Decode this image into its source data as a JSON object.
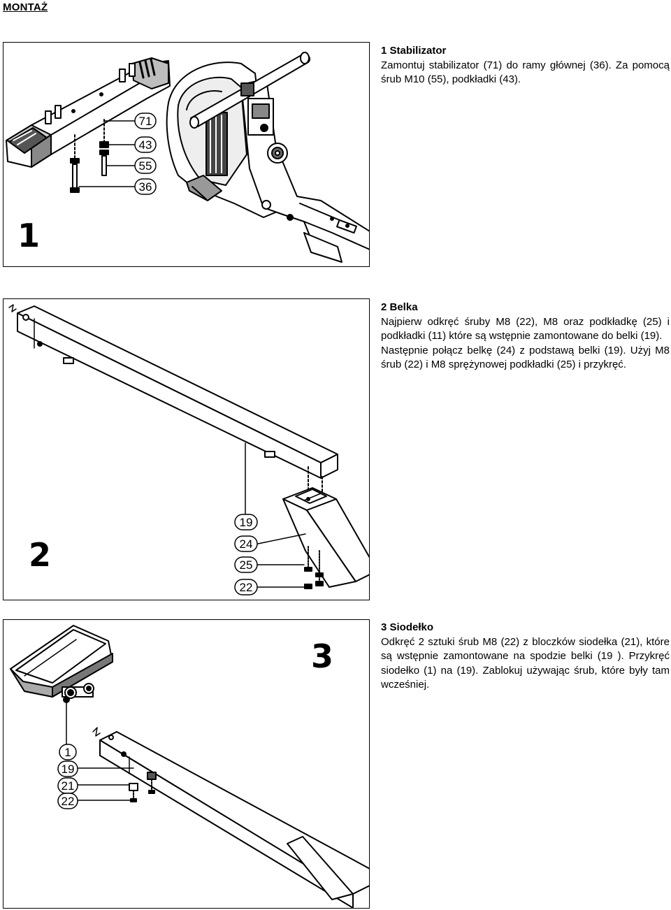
{
  "heading": "MONTAŻ",
  "steps": [
    {
      "title": "1 Stabilizator",
      "body": [
        "Zamontuj stabilizator (71) do ramy głównej (36). Za pomocą śrub M10 (55), podkładki (43)."
      ],
      "figure_number": "1",
      "callouts": [
        "71",
        "43",
        "55",
        "36"
      ]
    },
    {
      "title": "2 Belka",
      "body": [
        "Najpierw odkręć śruby M8 (22), M8 oraz podkładkę (25) i podkładki (11) które są wstępnie zamontowane do belki (19).",
        "Następnie połącz belkę (24) z podstawą belki (19). Użyj M8 śrub (22) i M8 sprężynowej podkładki (25) i przykręć."
      ],
      "figure_number": "2",
      "callouts": [
        "19",
        "24",
        "25",
        "22"
      ]
    },
    {
      "title": "3 Siodełko",
      "body": [
        "Odkręć 2 sztuki śrub M8 (22) z bloczków siodełka (21), które są wstępnie zamontowane na spodzie belki (19 ). Przykręć siodełko (1) na (19). Zablokuj używając śrub, które były tam wcześniej."
      ],
      "figure_number": "3",
      "callouts": [
        "1",
        "19",
        "21",
        "22"
      ]
    }
  ]
}
